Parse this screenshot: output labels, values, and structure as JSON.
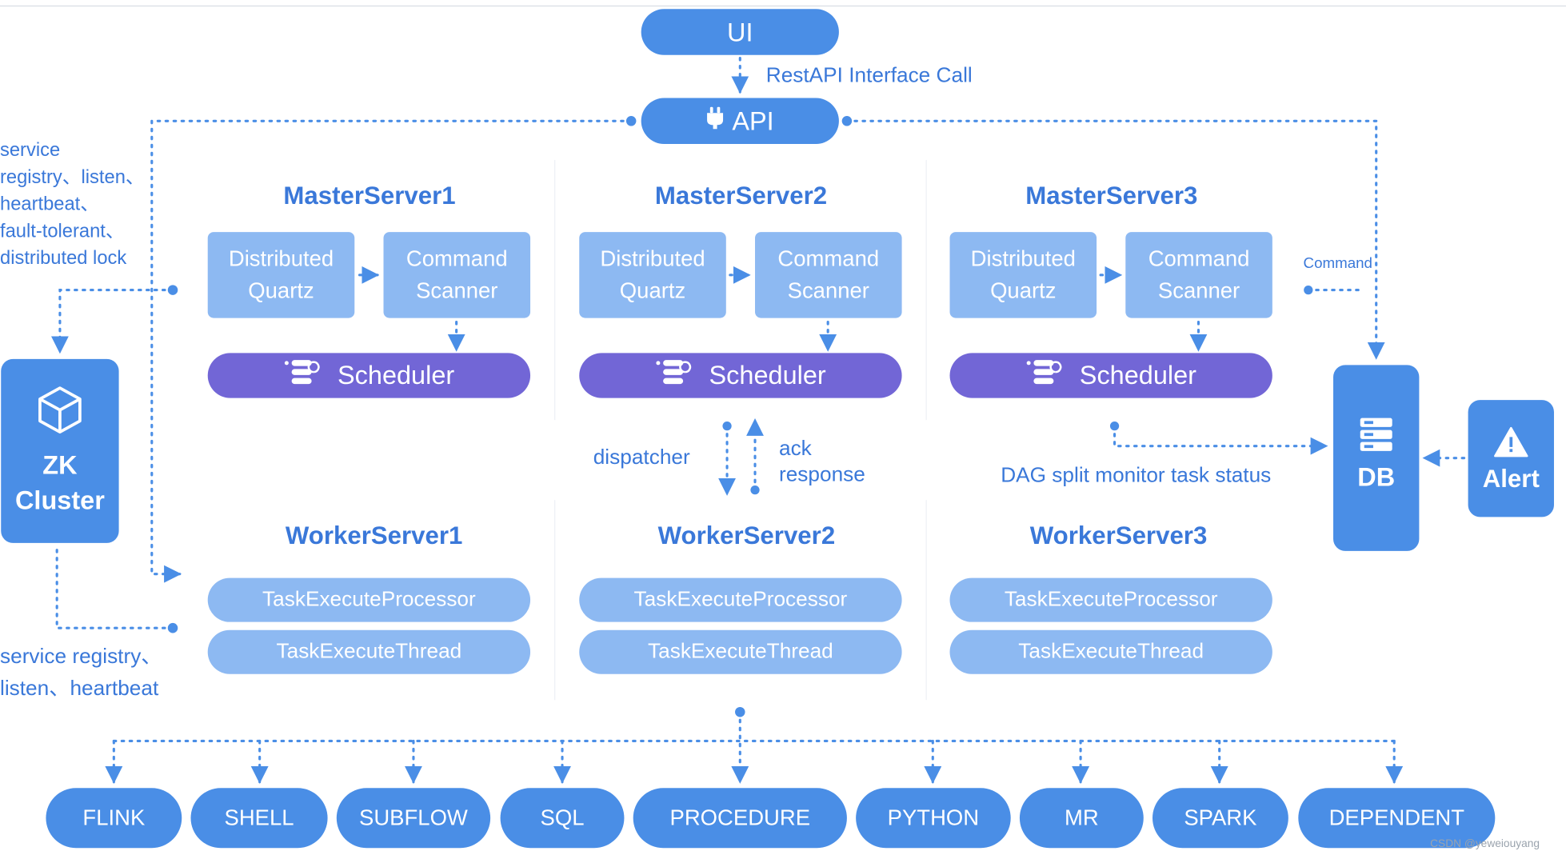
{
  "nodes": {
    "ui": "UI",
    "api": "API",
    "zk": [
      "ZK",
      "Cluster"
    ],
    "db": "DB",
    "alert": "Alert"
  },
  "labels": {
    "restapi": "RestAPI Interface Call",
    "zk_master_note": [
      "service",
      "registry、listen、",
      "heartbeat、",
      "fault-tolerant、",
      "distributed lock"
    ],
    "zk_worker_note": [
      "service registry、",
      "listen、heartbeat"
    ],
    "command": "Command",
    "dispatcher": "dispatcher",
    "ack_response": [
      "ack",
      "response"
    ],
    "dag_note": "DAG split monitor task status"
  },
  "masters": [
    {
      "title": "MasterServer1",
      "quartz": [
        "Distributed",
        "Quartz"
      ],
      "scanner": [
        "Command",
        "Scanner"
      ],
      "scheduler": "Scheduler"
    },
    {
      "title": "MasterServer2",
      "quartz": [
        "Distributed",
        "Quartz"
      ],
      "scanner": [
        "Command",
        "Scanner"
      ],
      "scheduler": "Scheduler"
    },
    {
      "title": "MasterServer3",
      "quartz": [
        "Distributed",
        "Quartz"
      ],
      "scanner": [
        "Command",
        "Scanner"
      ],
      "scheduler": "Scheduler"
    }
  ],
  "workers": [
    {
      "title": "WorkerServer1",
      "processor": "TaskExecuteProcessor",
      "thread": "TaskExecuteThread"
    },
    {
      "title": "WorkerServer2",
      "processor": "TaskExecuteProcessor",
      "thread": "TaskExecuteThread"
    },
    {
      "title": "WorkerServer3",
      "processor": "TaskExecuteProcessor",
      "thread": "TaskExecuteThread"
    }
  ],
  "task_types": [
    "FLINK",
    "SHELL",
    "SUBFLOW",
    "SQL",
    "PROCEDURE",
    "PYTHON",
    "MR",
    "SPARK",
    "DEPENDENT"
  ],
  "watermark": "CSDN @yeweiouyang",
  "colors": {
    "primary": "#4a8ee6",
    "light": "#8db9f2",
    "scheduler": "#7266d6",
    "text": "#3a78d9",
    "connector": "#4a8ee6"
  },
  "icons": {
    "api": "plug-icon",
    "zk": "cube-icon",
    "db": "database-icon",
    "alert": "warning-icon",
    "scheduler": "scheduler-icon"
  }
}
